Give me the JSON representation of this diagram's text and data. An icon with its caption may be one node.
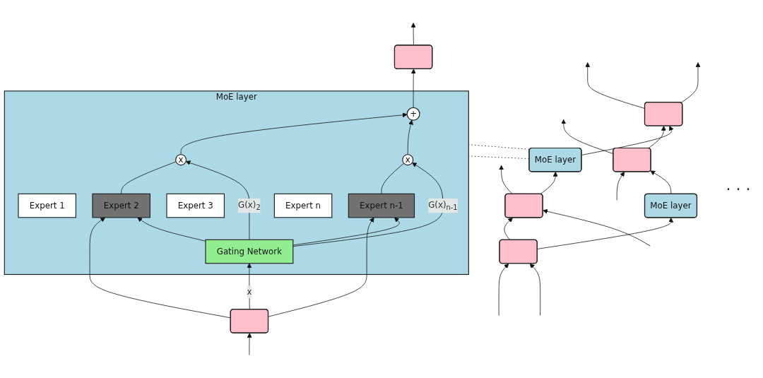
{
  "diagram": {
    "nodes": [
      {
        "text": [],
        "shape": "box"
      },
      {
        "text": [],
        "shape": "box"
      },
      {
        "text": [
          "MoE layer"
        ]
      },
      {
        "text": [
          "MoE layer"
        ]
      },
      {
        "text": [],
        "shape": "box"
      },
      {
        "text": [],
        "shape": "box"
      },
      {
        "text": [],
        "shape": "box"
      },
      {
        "text": [
          "MoE layer"
        ]
      },
      {
        "text": [
          "+"
        ],
        "in": 7
      },
      {
        "text": [
          "x"
        ],
        "in": 7
      },
      {
        "text": [
          "x"
        ],
        "in": 7
      },
      {
        "text": [
          "Expert 1"
        ],
        "in": 7
      },
      {
        "text": [
          "Expert 2"
        ],
        "in": 7
      },
      {
        "text": [
          "Expert 3"
        ],
        "in": 7
      },
      {
        "text": [
          "Expert n-1"
        ],
        "in": 7
      },
      {
        "text": [
          "Expert n"
        ],
        "in": 7
      },
      {
        "text": [
          "Gating Network"
        ],
        "in": 7
      },
      {
        "text": [],
        "shape": "box"
      }
    ],
    "edges": [
      {
        "from": null,
        "to": 0,
        "arrow": "to"
      },
      {
        "from": 0,
        "to": 1,
        "arrow": "to"
      },
      {
        "from": 1,
        "to": null,
        "arrow": "to"
      },
      {
        "from": 0,
        "to": null,
        "arrow": "to"
      },
      {
        "from": 1,
        "to": null,
        "arrow": "to"
      },
      {
        "from": 2,
        "to": 0,
        "arrow": "to"
      },
      {
        "from": 3,
        "to": 1,
        "arrow": "to"
      },
      {
        "from": 4,
        "to": 2,
        "arrow": "to"
      },
      {
        "from": 5,
        "to": 3,
        "arrow": "to"
      },
      {
        "from": null,
        "to": 4,
        "arrow": "to"
      },
      {
        "from": 4,
        "to": 5,
        "arrow": "to"
      },
      {
        "from": 5,
        "to": null,
        "arrow": "to"
      },
      {
        "from": null,
        "to": 4,
        "arrow": "to"
      },
      {
        "from": null,
        "to": 5,
        "arrow": "to"
      },
      {
        "from": 3,
        "to": 7,
        "arrow": "none",
        "style": "dashed"
      },
      {
        "from": 3,
        "to": 7,
        "arrow": "none",
        "style": "dashed"
      },
      {
        "from": 8,
        "to": 6,
        "arrow": "to"
      },
      {
        "from": 6,
        "to": null,
        "arrow": "to"
      },
      {
        "from": 9,
        "to": 8,
        "arrow": "to"
      },
      {
        "from": 10,
        "to": 8,
        "arrow": "to"
      },
      {
        "from": 12,
        "to": 9,
        "arrow": "none"
      },
      {
        "from": 14,
        "to": 10,
        "arrow": "none"
      },
      {
        "from": 16,
        "to": 9,
        "arrow": "to",
        "label": "G(x)$_{2}$"
      },
      {
        "from": 16,
        "to": 10,
        "arrow": "to",
        "label": "G(x)$_{n-1}$"
      },
      {
        "from": 17,
        "to": 12,
        "arrow": "to"
      },
      {
        "from": 17,
        "to": 14,
        "arrow": "to"
      },
      {
        "from": 16,
        "to": 12,
        "arrow": "to"
      },
      {
        "from": 16,
        "to": 14,
        "arrow": "to"
      },
      {
        "from": 17,
        "to": 16,
        "arrow": "to",
        "label": "x"
      },
      {
        "from": null,
        "to": 17,
        "arrow": "to"
      }
    ],
    "labels": [
      "· · ·"
    ]
  }
}
